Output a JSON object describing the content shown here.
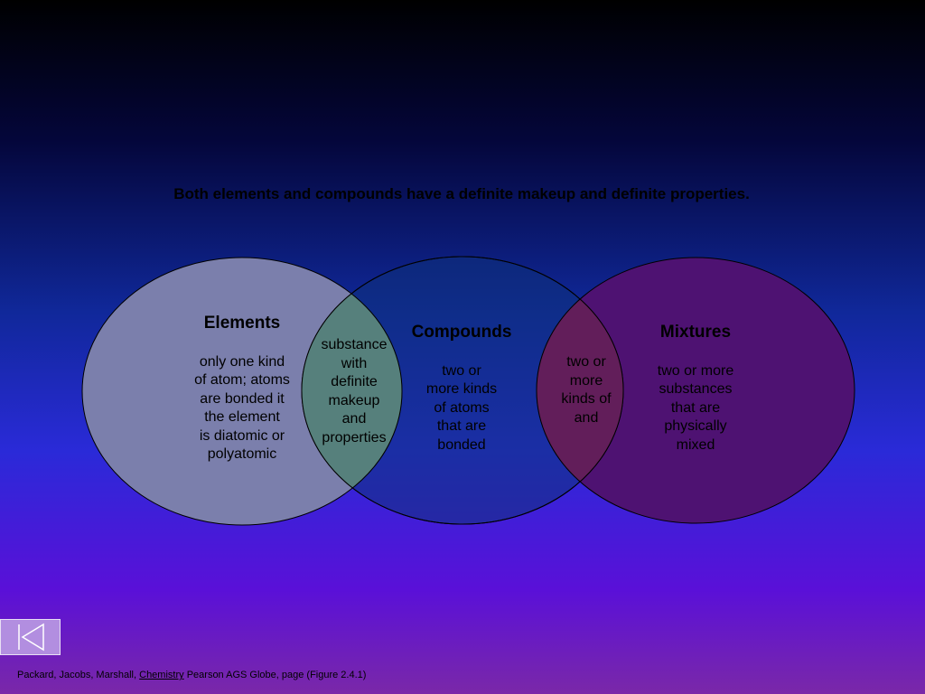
{
  "heading": "Both elements and compounds have a definite makeup and definite properties.",
  "circles": {
    "elements": {
      "title": "Elements",
      "lines": [
        "only one kind",
        "of atom; atoms",
        "are bonded it",
        "the element",
        "is diatomic or",
        "polyatomic"
      ]
    },
    "compounds": {
      "title": "Compounds",
      "lines": [
        "two or",
        "more kinds",
        "of atoms",
        "that are",
        "bonded"
      ]
    },
    "mixtures": {
      "title": "Mixtures",
      "lines": [
        "two or more",
        "substances",
        "that are",
        "physically",
        "mixed"
      ]
    }
  },
  "overlaps": {
    "elements_compounds": [
      "substance",
      "with",
      "definite",
      "makeup",
      "and",
      "properties"
    ],
    "compounds_mixtures": [
      "two or",
      "more",
      "kinds of",
      "and"
    ]
  },
  "colors": {
    "elements_fill": "#7b7fac",
    "compounds_fill": "#0e327c",
    "mixtures_fill": "#4e1272",
    "overlap_left": "#56807c",
    "overlap_right": "#621e5a"
  },
  "nav": {
    "back_icon": "first-slide-icon"
  },
  "citation": {
    "authors": "Packard, Jacobs, Marshall,",
    "book": "Chemistry",
    "rest": "Pearson AGS Globe, page  (Figure 2.4.1)"
  }
}
